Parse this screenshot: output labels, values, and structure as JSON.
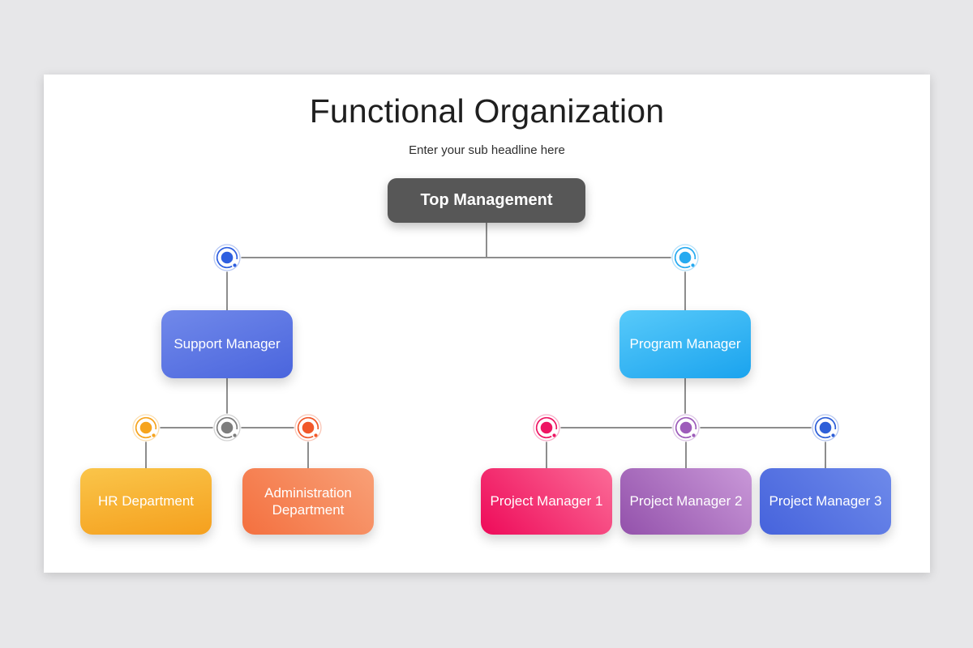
{
  "title": "Functional Organization",
  "subtitle": "Enter your sub headline here",
  "chart": {
    "root": {
      "label": "Top Management"
    },
    "left_branch": {
      "manager": {
        "label": "Support Manager"
      },
      "departments": [
        {
          "label": "HR Department"
        },
        {
          "label": "Administration Department"
        }
      ]
    },
    "right_branch": {
      "manager": {
        "label": "Program Manager"
      },
      "departments": [
        {
          "label": "Project Manager 1"
        },
        {
          "label": "Project Manager 2"
        },
        {
          "label": "Project Manager 3"
        }
      ]
    }
  },
  "colors": {
    "background": "#e7e7e9",
    "canvas": "#ffffff",
    "connector": "#8d8d8d",
    "title-text": "#1f1f1f",
    "subtitle-text": "#2e2e2e",
    "box-text": "#ffffff",
    "top-box": "#575757",
    "grad-blue-1": "#7189ea",
    "grad-blue-2": "#4a65dd",
    "grad-cyan-1": "#58cafa",
    "grad-cyan-2": "#1aa3ee",
    "grad-yellow-1": "#fac54a",
    "grad-yellow-2": "#f5a01e",
    "grad-coral-1": "#f8a077",
    "grad-coral-2": "#f4703f",
    "grad-pink-1": "#fb6b97",
    "grad-pink-2": "#ee0a59",
    "grad-purple-1": "#c998d8",
    "grad-purple-2": "#9351ab",
    "grad-royal-1": "#6e8aea",
    "grad-royal-2": "#4663dc",
    "node-blue": "#2e5fe0",
    "node-cyan": "#27aaf0",
    "node-yellow": "#f6a41e",
    "node-gray": "#7d7d7d",
    "node-orange": "#f1582a",
    "node-pink": "#ee1563",
    "node-purple": "#9d5cba",
    "node-royal": "#2e5fd8"
  }
}
